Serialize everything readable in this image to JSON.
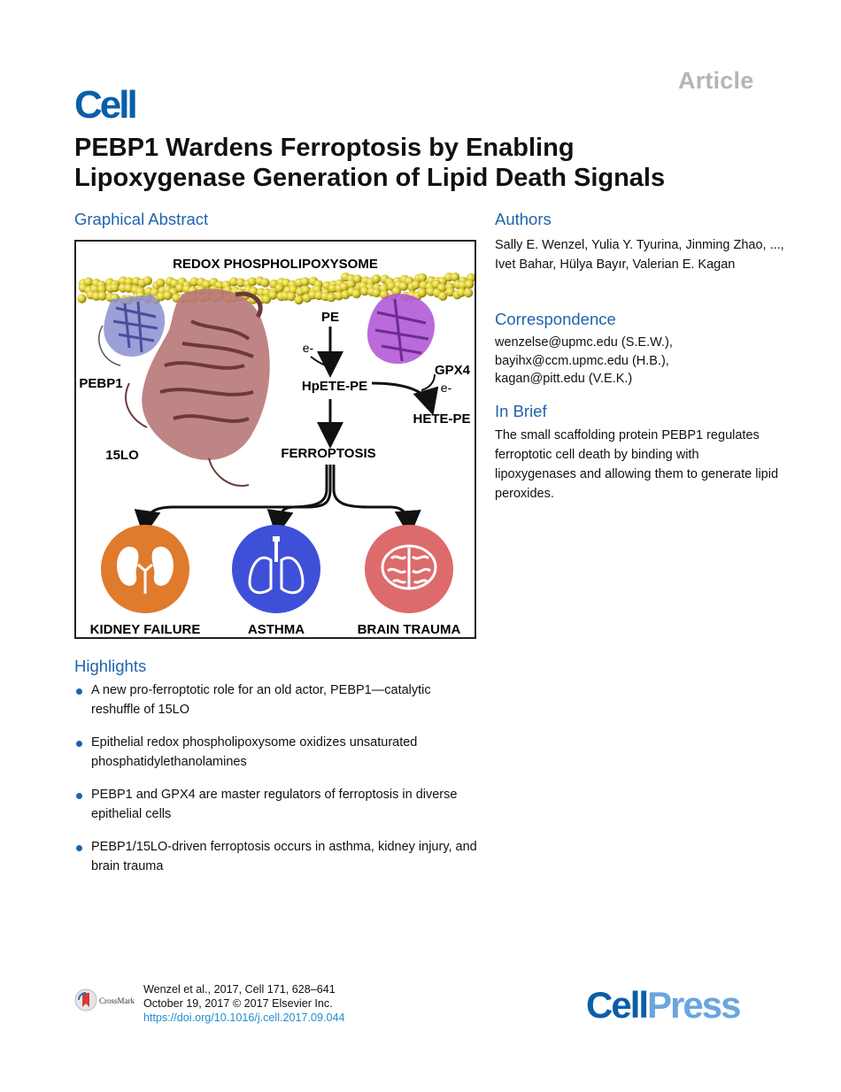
{
  "header": {
    "article_label": "Article",
    "journal_logo": "Cell"
  },
  "title": "PEBP1 Wardens Ferroptosis by Enabling Lipoxygenase Generation of Lipid Death Signals",
  "graphical_abstract": {
    "heading": "Graphical Abstract",
    "labels": {
      "top": "REDOX PHOSPHOLIPOXYSOME",
      "pe": "PE",
      "e1": "e-",
      "hpete": "HpETE-PE",
      "gpx4": "GPX4",
      "e2": "e-",
      "hete": "HETE-PE",
      "pebp1": "PEBP1",
      "lo15": "15LO",
      "ferroptosis": "FERROPTOSIS"
    },
    "outcomes": [
      {
        "label": "KIDNEY FAILURE",
        "color": "#e07a2c",
        "icon": "kidney-icon"
      },
      {
        "label": "ASTHMA",
        "color": "#3f50d8",
        "icon": "lungs-icon"
      },
      {
        "label": "BRAIN TRAUMA",
        "color": "#dd6b6b",
        "icon": "brain-icon"
      }
    ]
  },
  "authors": {
    "heading": "Authors",
    "text": "Sally E. Wenzel, Yulia Y. Tyurina, Jinming Zhao, ..., Ivet Bahar, Hülya Bayır, Valerian E. Kagan"
  },
  "correspondence": {
    "heading": "Correspondence",
    "emails": [
      "wenzelse@upmc.edu (S.E.W.),",
      "bayihx@ccm.upmc.edu (H.B.),",
      "kagan@pitt.edu (V.E.K.)"
    ]
  },
  "in_brief": {
    "heading": "In Brief",
    "text": "The small scaffolding protein PEBP1 regulates ferroptotic cell death by binding with lipoxygenases and allowing them to generate lipid peroxides."
  },
  "highlights": {
    "heading": "Highlights",
    "items": [
      "A new pro-ferroptotic role for an old actor, PEBP1—catalytic reshuffle of 15LO",
      "Epithelial redox phospholipoxysome oxidizes unsaturated phosphatidylethanolamines",
      "PEBP1 and GPX4 are master regulators of ferroptosis in diverse epithelial cells",
      "PEBP1/15LO-driven ferroptosis occurs in asthma, kidney injury, and brain trauma"
    ]
  },
  "citation": {
    "line1": "Wenzel et al., 2017, Cell 171, 628–641",
    "line2": "October 19, 2017 © 2017 Elsevier Inc.",
    "doi": "https://doi.org/10.1016/j.cell.2017.09.044"
  },
  "crossmark_label": "CrossMark",
  "publisher": {
    "part1": "Cell",
    "part2": "Press"
  }
}
